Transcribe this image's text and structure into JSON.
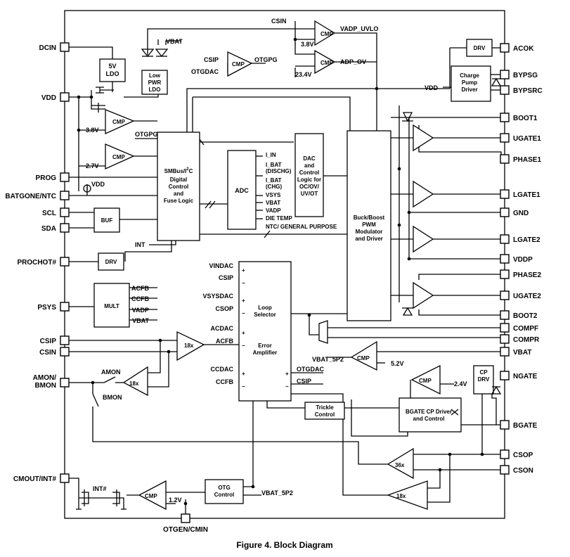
{
  "pins_left": [
    "DCIN",
    "VDD",
    "PROG",
    "BATGONE/NTC",
    "SCL",
    "SDA",
    "PROCHOT#",
    "PSYS",
    "CSIP",
    "CSIN",
    "AMON/",
    "BMON",
    "CMOUT/INT#"
  ],
  "pins_right": [
    "ACOK",
    "BYPSG",
    "BYPSRC",
    "BOOT1",
    "UGATE1",
    "PHASE1",
    "LGATE1",
    "GND",
    "LGATE2",
    "VDDP",
    "PHASE2",
    "UGATE2",
    "BOOT2",
    "COMPF",
    "COMPR",
    "VBAT",
    "NGATE",
    "BGATE",
    "CSOP",
    "CSON"
  ],
  "pin_bottom": "OTGEN/CMIN",
  "blocks": {
    "ldo5v": [
      "5V",
      "LDO"
    ],
    "lowpwr": [
      "Low",
      "PWR",
      "LDO"
    ],
    "smbus": [
      "SMBus/I",
      "2",
      "C",
      "Digital",
      "Control",
      "and",
      "Fuse Logic"
    ],
    "adc": "ADC",
    "dac": [
      "DAC",
      "and",
      "Control",
      "Logic for",
      "OC/OV/",
      "UV/OT"
    ],
    "buck": [
      "Buck/Boost",
      "PWM",
      "Modulator",
      "and Driver"
    ],
    "charge_pump": [
      "Charge",
      "Pump",
      "Driver"
    ],
    "drv_acok": "DRV",
    "drv_prochot": "DRV",
    "buf": "BUF",
    "mult": "MULT",
    "loop": [
      "Loop",
      "Selector"
    ],
    "err": [
      "Error",
      "Amplifier"
    ],
    "otg": [
      "OTG",
      "Control"
    ],
    "trickle": [
      "Trickle",
      "Control"
    ],
    "bgate": [
      "BGATE CP Driver",
      "and Control"
    ],
    "cpdrv": [
      "CP",
      "DRV"
    ]
  },
  "adc_inputs": [
    "I_IN",
    "I_BAT",
    "(DISCHG)",
    "I_BAT",
    "(CHG)",
    "VSYS",
    "VBAT",
    "VADP",
    "DIE TEMP",
    "NTC/ GENERAL PURPOSE"
  ],
  "mult_inputs": [
    "ACFB",
    "CCFB",
    "VADP",
    "VBAT"
  ],
  "loop_inputs": [
    "VINDAC",
    "CSIP",
    "VSYSDAC",
    "CSOP",
    "ACDAC",
    "ACFB",
    "CCDAC",
    "CCFB"
  ],
  "loop_right_inputs": [
    "OTGDAC",
    "CSIP"
  ],
  "signals": {
    "csin": "CSIN",
    "vbat": "VBAT",
    "vdd": "VDD",
    "vadp_uvlo": "VADP_UVLO",
    "adp_ov": "ADP_OV",
    "csip": "CSIP",
    "otgdac": "OTGDAC",
    "otgpg": "OTGPG",
    "v38a": "3.8V",
    "v234": "23.4V",
    "v38b": "3.8V",
    "v27": "2.7V",
    "int": "INT",
    "vbat5p2a": "VBAT_5P2",
    "vbat5p2b": "VBAT_5P2",
    "v52": "5.2V",
    "v24": "2.4V",
    "v12": "1.2V",
    "amon": "AMON",
    "bmon": "BMON",
    "intsharp": "INT#",
    "g18a": "18x",
    "g18b": "18x",
    "g36": "36x",
    "g18c": "18x",
    "cmp": "CMP",
    "plus": "+",
    "minus": "−"
  },
  "caption": "Figure 4. Block Diagram"
}
